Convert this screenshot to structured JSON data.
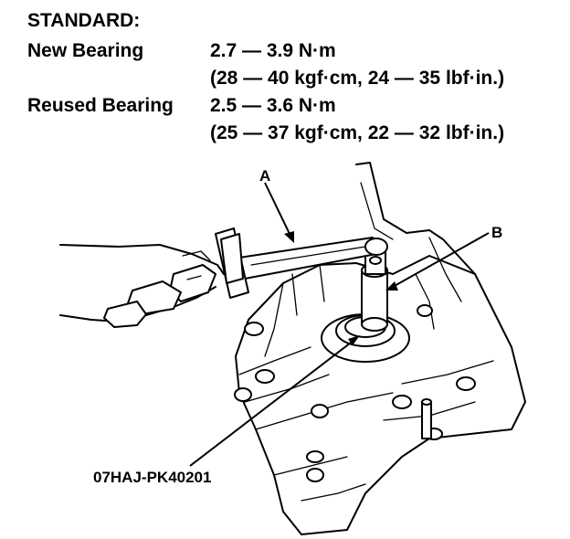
{
  "spec": {
    "heading": "STANDARD:",
    "new_bearing_label": "New Bearing",
    "new_bearing_value": "2.7 — 3.9 N·m",
    "new_bearing_alt": "(28 — 40 kgf·cm, 24 — 35 lbf·in.)",
    "reused_bearing_label": "Reused Bearing",
    "reused_bearing_value": "2.5 — 3.6 N·m",
    "reused_bearing_alt": "(25 — 37 kgf·cm, 22 — 32 lbf·in.)"
  },
  "callouts": {
    "a": "A",
    "b": "B",
    "tool": "07HAJ-PK40201"
  }
}
